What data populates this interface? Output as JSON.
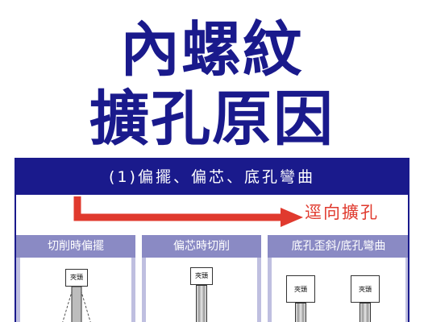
{
  "title": {
    "line1": "內螺紋",
    "line2": "擴孔原因"
  },
  "panel": {
    "banner": "(1)偏擺、偏芯、底孔彎曲",
    "arrow_label": "逕向擴孔",
    "colors": {
      "navy": "#1a1a8c",
      "arrow": "#e03a2e",
      "sub_header": "#8a8ac4",
      "sub_bg": "#bfbfe0"
    }
  },
  "sections": [
    {
      "heading": "切削時偏擺",
      "chuck_label": "夾頭"
    },
    {
      "heading": "偏芯時切削",
      "chuck_label": "夾頭"
    },
    {
      "heading": "底孔歪斜/底孔彎曲",
      "chuck_labels": [
        "夾頭",
        "夾頭"
      ]
    }
  ]
}
